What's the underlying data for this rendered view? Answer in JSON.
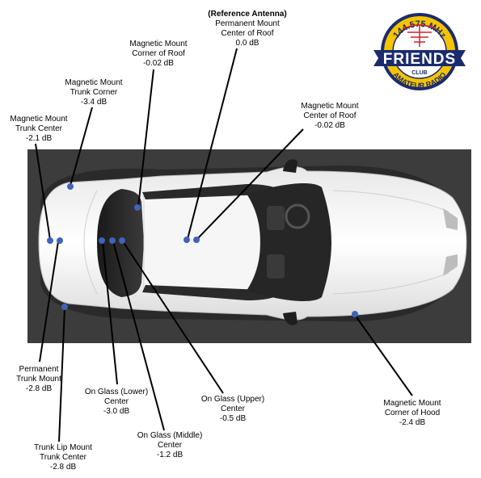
{
  "logo": {
    "frequency": "144.575 MHz",
    "name": "FRIENDS",
    "club": "CLUB",
    "subtitle": "AMATEUR RADIO",
    "colors": {
      "gold": "#f5c400",
      "navy": "#1b2b6e",
      "red": "#d0202a"
    }
  },
  "colors": {
    "dot": "#3f63b8",
    "line": "#000000",
    "photo_bg": "#3c3c3c"
  },
  "annotations": [
    {
      "id": "reference",
      "lines": [
        "(Reference Antenna)",
        "Permanent Mount",
        "Center of Roof",
        "0.0 dB"
      ],
      "bold_first": true
    },
    {
      "id": "mag-roof-corner",
      "lines": [
        "Magnetic Mount",
        "Corner of Roof",
        "-0.02 dB"
      ]
    },
    {
      "id": "mag-trunk-corner",
      "lines": [
        "Magnetic Mount",
        "Trunk Corner",
        "-3.4 dB"
      ]
    },
    {
      "id": "mag-trunk-center",
      "lines": [
        "Magnetic Mount",
        "Trunk Center",
        "-2.1 dB"
      ]
    },
    {
      "id": "mag-roof-center",
      "lines": [
        "Magnetic Mount",
        "Center of Roof",
        "-0.02 dB"
      ]
    },
    {
      "id": "perm-trunk",
      "lines": [
        "Permanent",
        "Trunk Mount",
        "-2.8 dB"
      ]
    },
    {
      "id": "glass-lower",
      "lines": [
        "On Glass (Lower)",
        "Center",
        "-3.0 dB"
      ]
    },
    {
      "id": "glass-upper",
      "lines": [
        "On Glass (Upper)",
        "Center",
        "-0.5 dB"
      ]
    },
    {
      "id": "mag-hood",
      "lines": [
        "Magnetic Mount",
        "Corner of Hood",
        "-2.4 dB"
      ]
    },
    {
      "id": "glass-middle",
      "lines": [
        "On Glass (Middle)",
        "Center",
        "-1.2 dB"
      ]
    },
    {
      "id": "trunk-lip",
      "lines": [
        "Trunk Lip Mount",
        "Trunk Center",
        "-2.8 dB"
      ]
    }
  ]
}
